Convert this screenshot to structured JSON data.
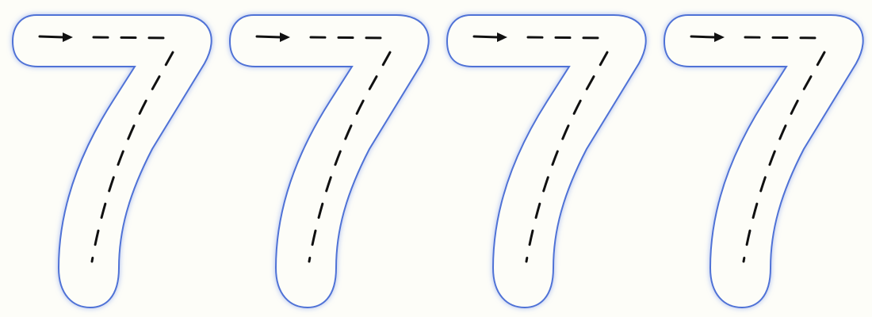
{
  "worksheet": {
    "digits": [
      {
        "glyph": "7"
      },
      {
        "glyph": "7"
      },
      {
        "glyph": "7"
      },
      {
        "glyph": "7"
      }
    ]
  },
  "colors": {
    "background": "#fdfdf8",
    "outline": "#4f72d6",
    "glow": "#9fb4f0",
    "guide": "#111111"
  },
  "icons": {
    "start": "right-arrow-icon",
    "path": "dashed-stroke-guide"
  }
}
